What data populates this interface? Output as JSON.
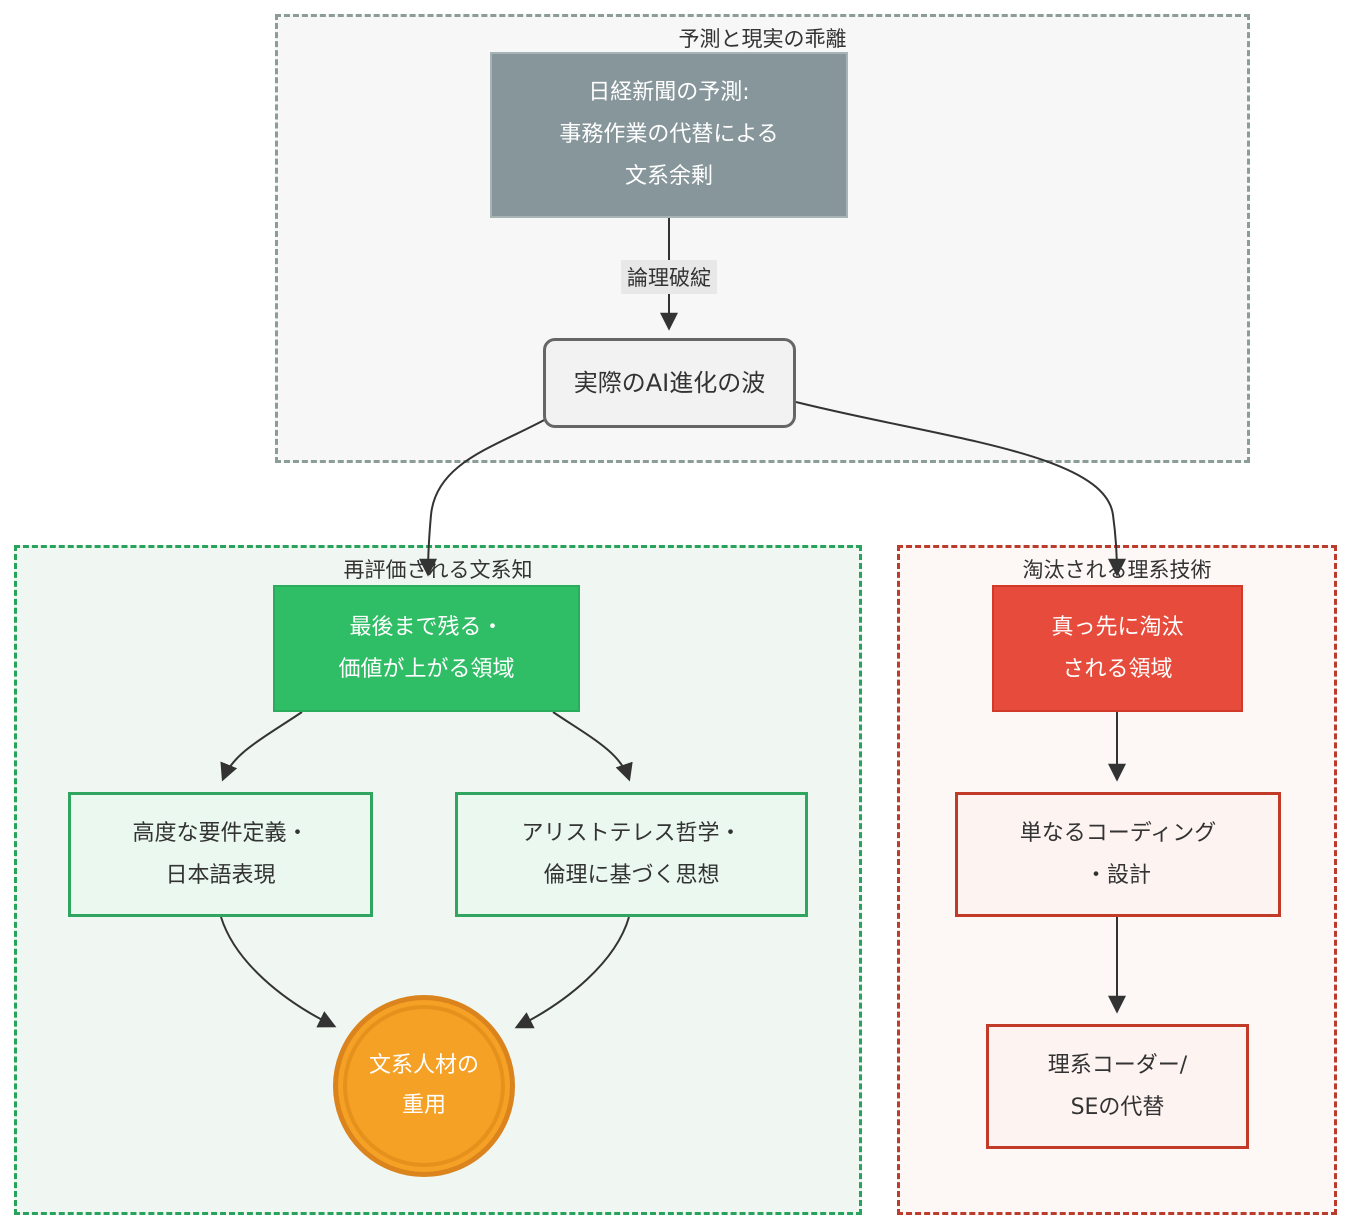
{
  "sections": {
    "prediction": {
      "title": "予測と現実の乖離"
    },
    "humanities": {
      "title": "再評価される文系知"
    },
    "science": {
      "title": "淘汰される理系技術"
    }
  },
  "nodes": {
    "nikkei": {
      "lines": [
        "日経新聞の予測:",
        "事務作業の代替による",
        "文系余剰"
      ]
    },
    "ai_wave": {
      "label": "実際のAI進化の波"
    },
    "survive": {
      "lines": [
        "最後まで残る・",
        "価値が上がる領域"
      ]
    },
    "requirements": {
      "lines": [
        "高度な要件定義・",
        "日本語表現"
      ]
    },
    "philosophy": {
      "lines": [
        "アリストテレス哲学・",
        "倫理に基づく思想"
      ]
    },
    "hired": {
      "lines": [
        "文系人材の",
        "重用"
      ]
    },
    "eliminated": {
      "lines": [
        "真っ先に淘汰",
        "される領域"
      ]
    },
    "coding": {
      "lines": [
        "単なるコーディング",
        "・設計"
      ]
    },
    "se": {
      "lines": [
        "理系コーダー/",
        "SEの代替"
      ]
    }
  },
  "edge_labels": {
    "logic_break": "論理破綻"
  },
  "colors": {
    "gray_node_fill": "#87969b",
    "gray_section_border": "#8c9c98",
    "gray_section_bg": "#f7f7f7",
    "green_node_fill": "#2fbe66",
    "green_section_border": "#27a35c",
    "green_section_bg": "#f0f7f2",
    "light_green_fill": "#eaf8ef",
    "red_node_fill": "#e64b3b",
    "red_section_border": "#bb3b2d",
    "red_section_bg": "#fdf7f6",
    "light_red_fill": "#fdf3f1",
    "orange_circle_fill": "#f5a126",
    "orange_circle_border": "#db831d",
    "edge_stroke": "#333333"
  }
}
